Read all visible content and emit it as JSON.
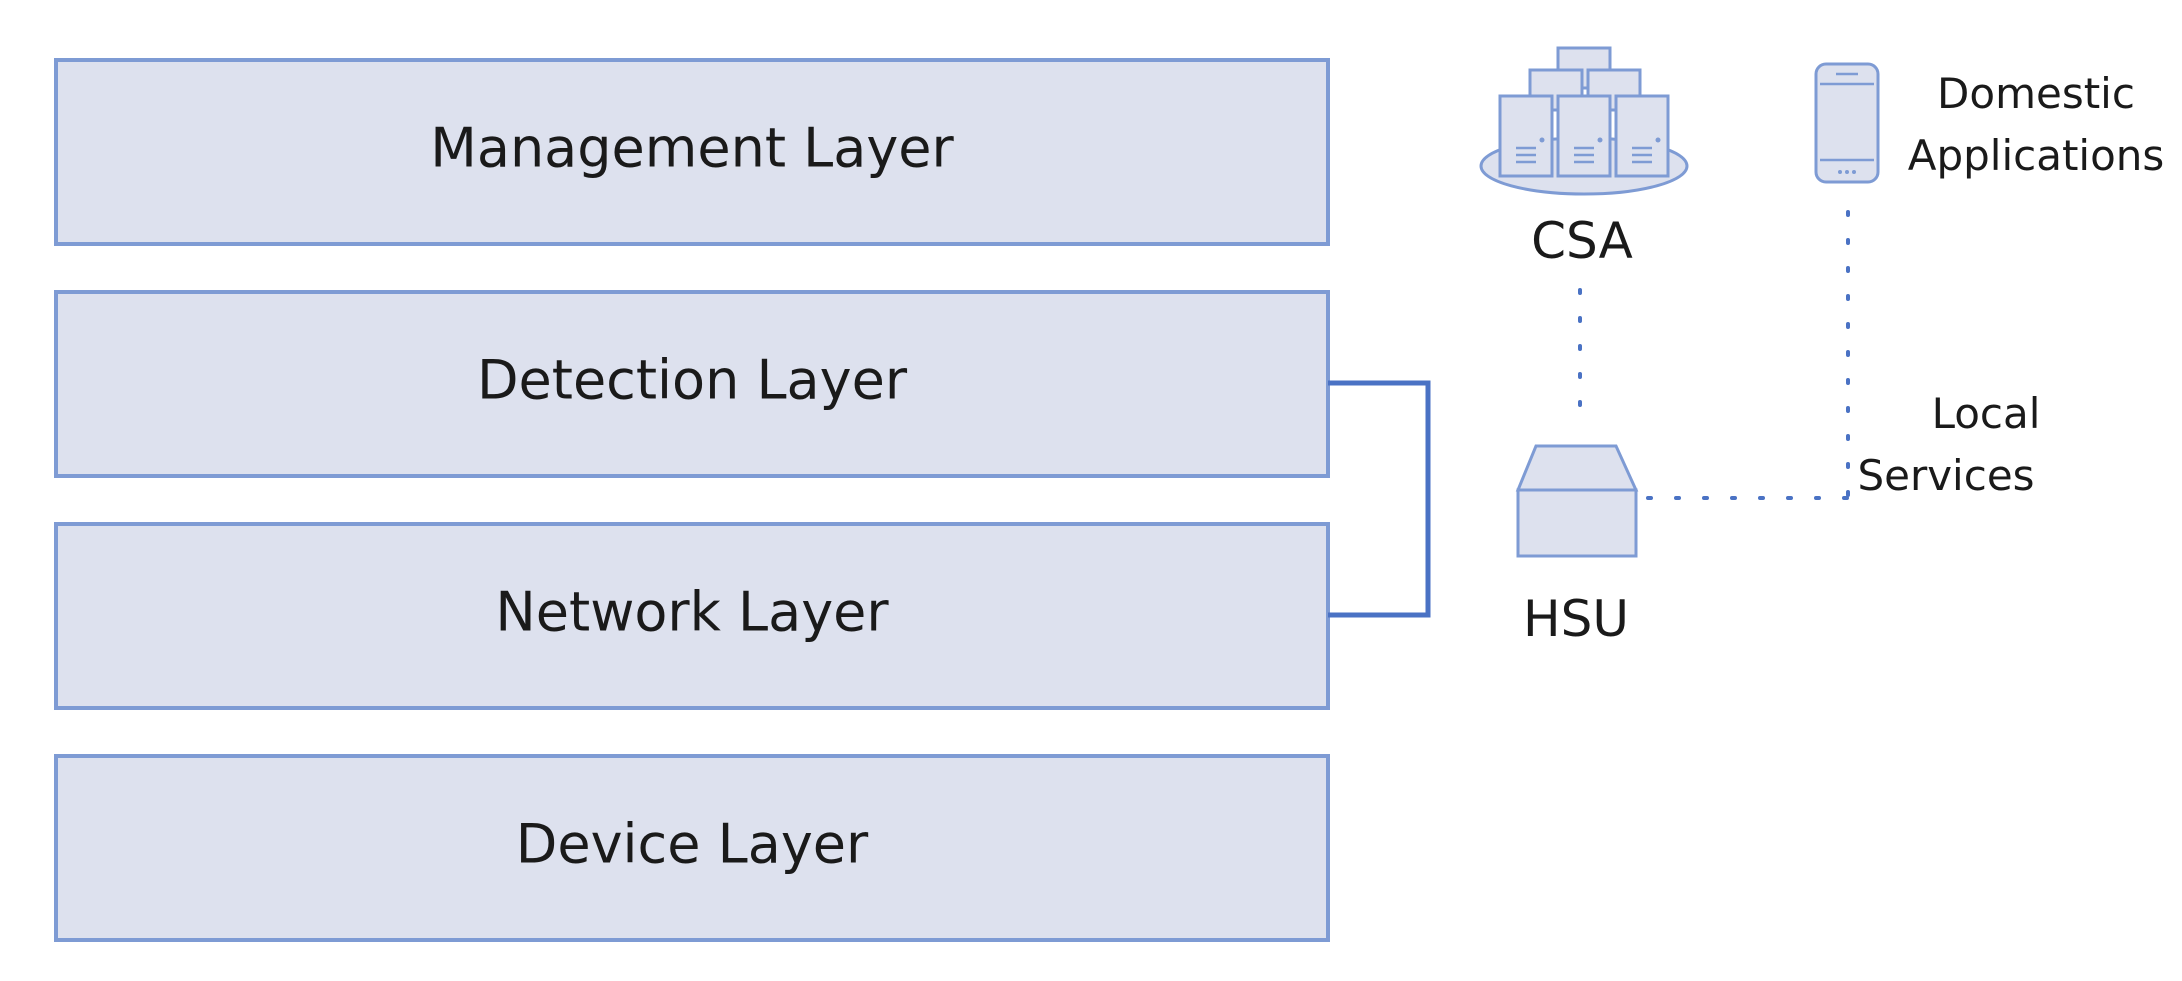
{
  "layers": [
    {
      "label": "Management Layer"
    },
    {
      "label": "Detection Layer"
    },
    {
      "label": "Network Layer"
    },
    {
      "label": "Device Layer"
    }
  ],
  "nodes": {
    "csa": {
      "label": "CSA",
      "icon": "server-cluster-icon"
    },
    "hsu": {
      "label": "HSU",
      "icon": "home-unit-box-icon"
    },
    "phone": {
      "icon": "smartphone-icon"
    }
  },
  "annotations": {
    "domestic_line1": "Domestic",
    "domestic_line2": "Applications",
    "local_line1": "Local",
    "local_line2": "Services"
  },
  "colors": {
    "box_fill": "#dde1ee",
    "box_stroke": "#7e9bd4",
    "connector": "#4a72c4"
  }
}
